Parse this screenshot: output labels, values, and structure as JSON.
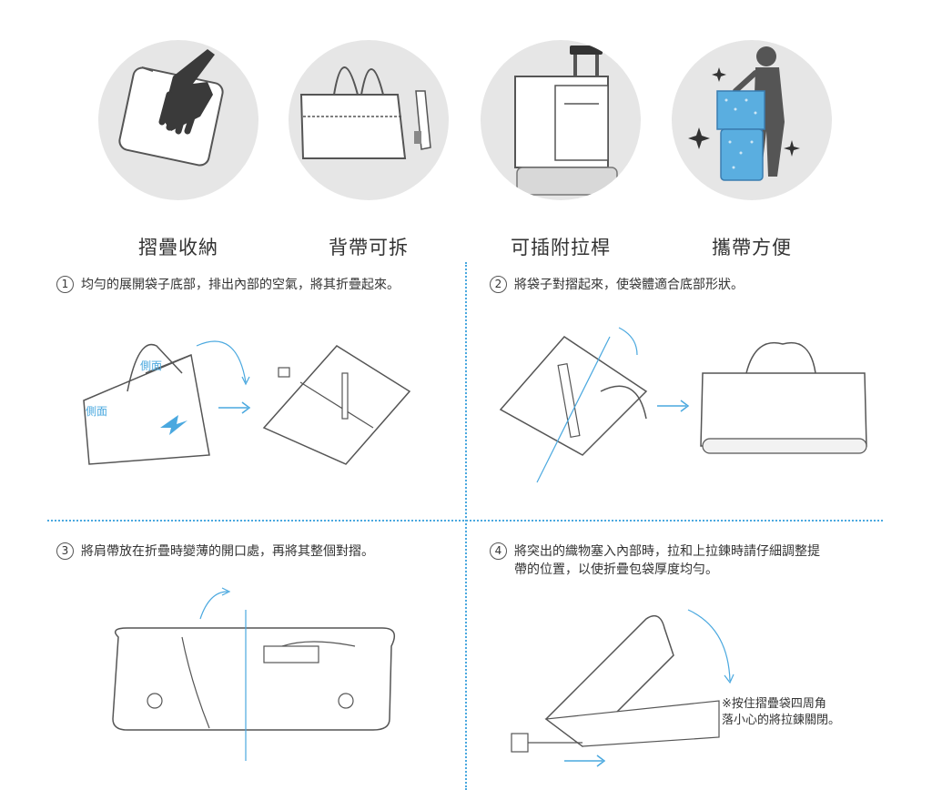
{
  "features": [
    {
      "label": "摺疊收納",
      "icon": "folded-bag-hand-icon"
    },
    {
      "label": "背帶可拆",
      "icon": "detachable-strap-bag-icon"
    },
    {
      "label": "可插附拉桿",
      "icon": "trolley-handle-bag-icon"
    },
    {
      "label": "攜帶方便",
      "icon": "person-with-luggage-icon"
    }
  ],
  "steps": [
    {
      "num": "1",
      "text": "均勻的展開袋子底部，排出內部的空氣，將其折疊起來。"
    },
    {
      "num": "2",
      "text": "將袋子對摺起來，使袋體適合底部形狀。"
    },
    {
      "num": "3",
      "text": "將肩帶放在折疊時變薄的開口處，再將其整個對摺。"
    },
    {
      "num": "4",
      "text_line1": "將突出的織物塞入內部時，拉和上拉鍊時請仔細調整提",
      "text_line2": "帶的位置，以使折疊包袋厚度均勻。"
    }
  ],
  "bag_labels": {
    "side_top": "側面",
    "side_left": "側面"
  },
  "note": {
    "line1": "※按住摺疊袋四周角",
    "line2": "落小心的將拉鍊關閉。"
  },
  "colors": {
    "accent": "#4aa8df",
    "circle_bg": "#e6e6e6",
    "luggage_blue": "#5aaee0"
  }
}
